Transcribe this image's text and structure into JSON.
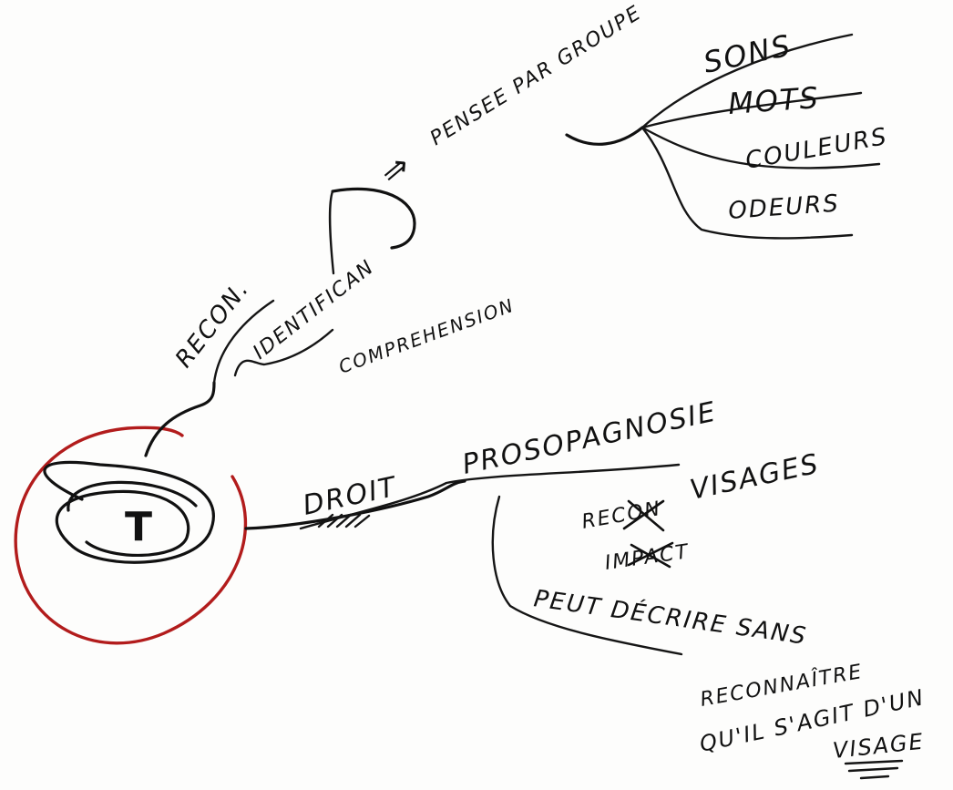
{
  "colors": {
    "ink": "#111111",
    "circle_red": "#b21c1c",
    "paper": "#fdfdfc"
  },
  "center": {
    "label": "T"
  },
  "branch_upper": {
    "recog": "RECON.",
    "identification": "IDENTIFICAN",
    "comprehension": "COMPREHENSION",
    "pensee": "PENSEE PAR GROUPE",
    "arrow": "⇒",
    "items": [
      "SONS",
      "MOTS",
      "COULEURS",
      "ODEURS"
    ]
  },
  "branch_lower": {
    "droit": "DROIT",
    "prosopagnosie": "PROSOPAGNOSIE",
    "recog": "RECON",
    "visages": "VISAGES",
    "impact": "IMPACT",
    "peut": "PEUT DÉCRIRE SANS",
    "reconnaitre_1": "RECONNAÎTRE",
    "reconnaitre_2": "QU'IL S'AGIT D'UN",
    "visage": "VISAGE"
  }
}
